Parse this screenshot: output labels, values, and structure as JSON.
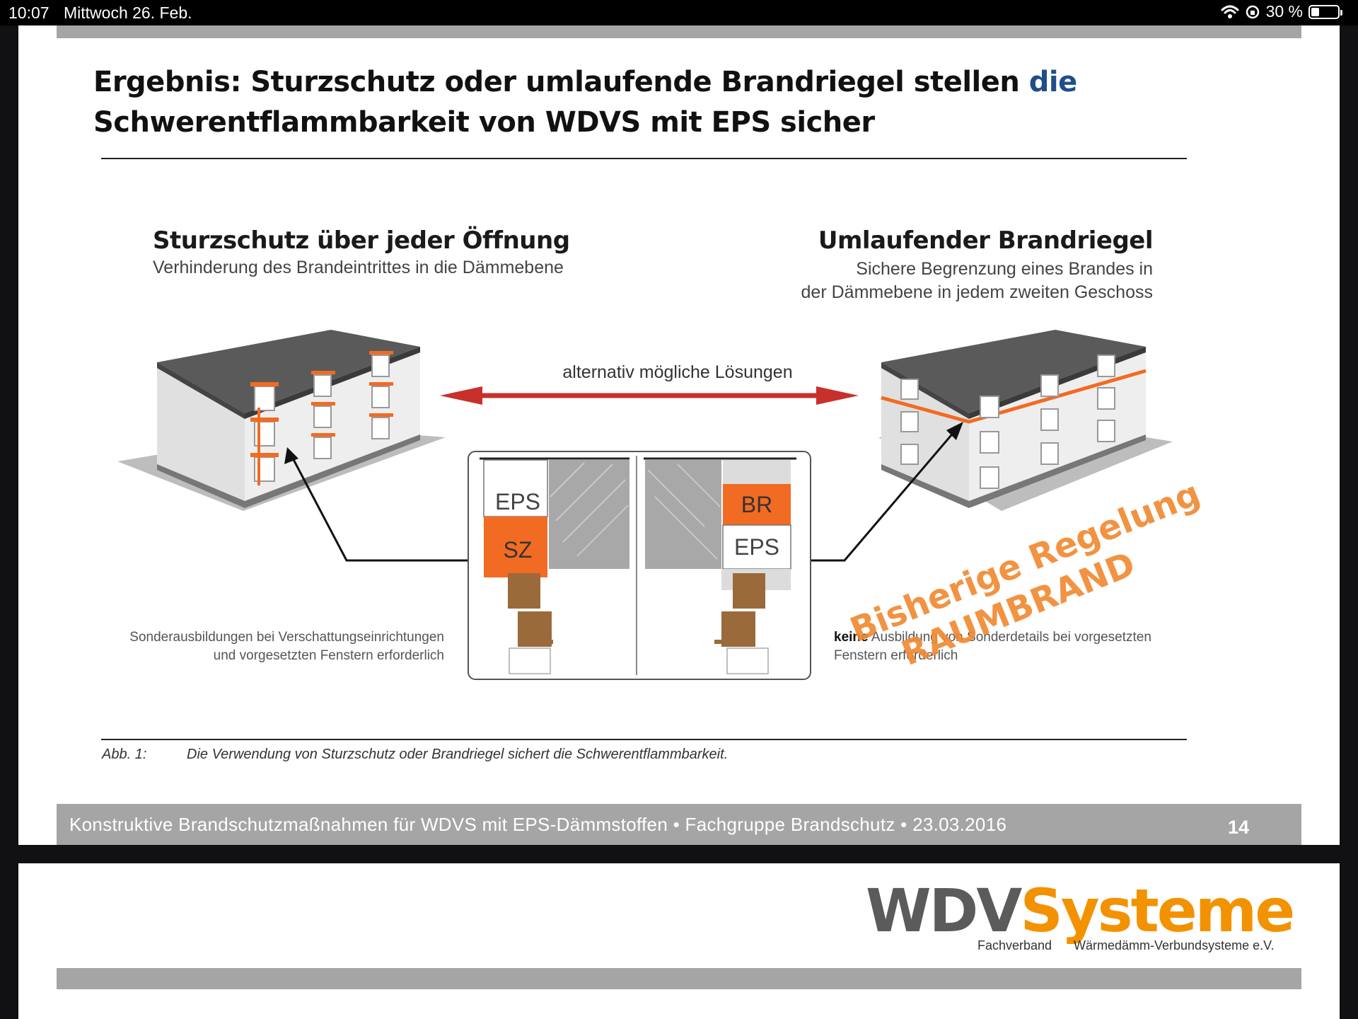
{
  "status": {
    "time": "10:07",
    "date": "Mittwoch 26. Feb.",
    "battery": "30 %",
    "battery_level": 0.3
  },
  "title": {
    "part1": "Ergebnis: Sturzschutz oder umlaufende Brandriegel stellen ",
    "highlight": "die",
    "part2": "Schwerentflammbarkeit von WDVS mit EPS sicher",
    "highlight_color": "#1f4e8a"
  },
  "left": {
    "heading": "Sturzschutz über jeder Öffnung",
    "subtitle": "Verhinderung des Brandeintrittes in die Dämmebene",
    "note_line1": "Sonderausbildungen bei Verschattungseinrichtungen",
    "note_line2": "und vorgesetzten Fenstern erforderlich"
  },
  "right": {
    "heading": "Umlaufender Brandriegel",
    "subtitle_line1": "Sichere Begrenzung eines Brandes in",
    "subtitle_line2": "der Dämmebene in jedem zweiten Geschoss",
    "note_bold": "keine",
    "note_rest": " Ausbildung von Sonderdetails bei vorgesetzten",
    "note_line2": "Fenstern erforderlich"
  },
  "arrow_label": "alternativ mögliche Lösungen",
  "detail": {
    "left_top": "EPS",
    "left_bottom": "SZ",
    "right_top": "BR",
    "right_bottom": "EPS"
  },
  "caption": {
    "num": "Abb. 1:",
    "text": "Die Verwendung von Sturzschutz oder Brandriegel sichert die Schwerentflammbarkeit."
  },
  "stamp": {
    "line1": "Bisherige Regelung",
    "line2": "RAUMBRAND"
  },
  "footer": {
    "text": "Konstruktive Brandschutzmaßnahmen für WDVS mit EPS-Dämmstoffen • Fachgruppe Brandschutz • 23.03.2016",
    "page": "14"
  },
  "logo": {
    "part1": "WDV",
    "part2": "Systeme",
    "sub1": "Fachverband",
    "sub2": "Wärmedämm-Verbundsysteme e.V."
  },
  "colors": {
    "orange": "#f26b22",
    "arrow_red": "#c8302c",
    "gray_bar": "#a5a5a5",
    "logo_orange": "#f39200"
  }
}
